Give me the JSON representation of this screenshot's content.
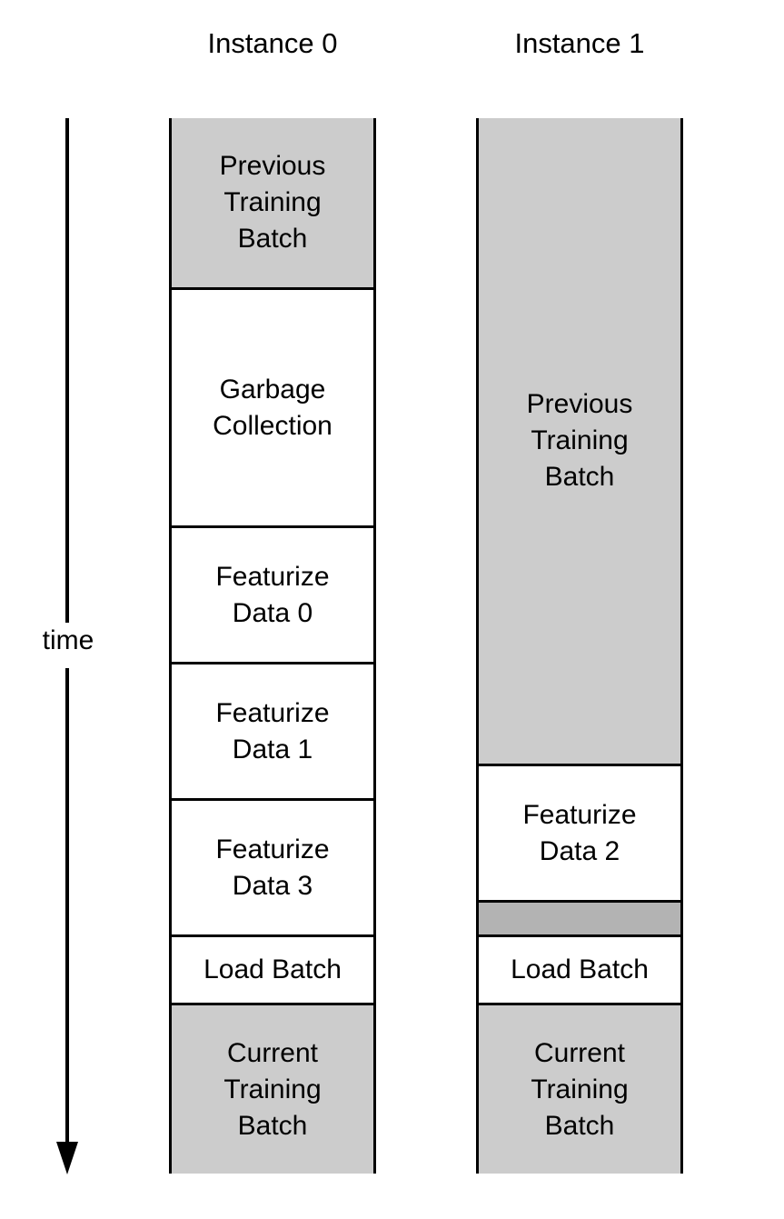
{
  "axis": {
    "label": "time"
  },
  "instances": [
    {
      "header": "Instance 0",
      "blocks": [
        {
          "label": "Previous\nTraining\nBatch",
          "fill": "#cccccc"
        },
        {
          "label": "Garbage\nCollection",
          "fill": "#ffffff"
        },
        {
          "label": "Featurize\nData 0",
          "fill": "#ffffff"
        },
        {
          "label": "Featurize\nData 1",
          "fill": "#ffffff"
        },
        {
          "label": "Featurize\nData 3",
          "fill": "#ffffff"
        },
        {
          "label": "Load Batch",
          "fill": "#ffffff"
        },
        {
          "label": "Current\nTraining\nBatch",
          "fill": "#cccccc"
        }
      ]
    },
    {
      "header": "Instance 1",
      "blocks": [
        {
          "label": "Previous\nTraining\nBatch",
          "fill": "#cccccc"
        },
        {
          "label": "Featurize\nData 2",
          "fill": "#ffffff"
        },
        {
          "label": "",
          "fill": "#b3b3b3"
        },
        {
          "label": "Load Batch",
          "fill": "#ffffff"
        },
        {
          "label": "Current\nTraining\nBatch",
          "fill": "#cccccc"
        }
      ]
    }
  ]
}
